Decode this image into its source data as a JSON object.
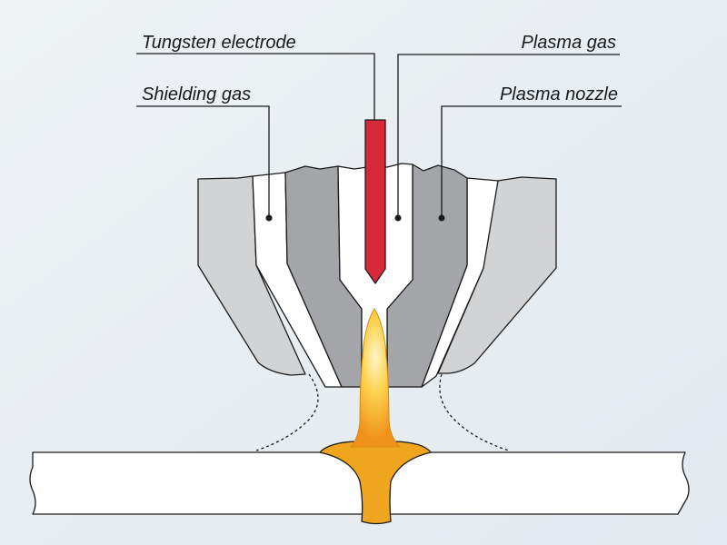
{
  "labels": {
    "tungsten_electrode": "Tungsten electrode",
    "plasma_gas": "Plasma gas",
    "shielding_gas": "Shielding gas",
    "plasma_nozzle": "Plasma nozzle"
  },
  "colors": {
    "background": "#e9eef2",
    "outer_body": "#d2d3d5",
    "gas_channel": "#ffffff",
    "plasma_nozzle": "#a4a5a8",
    "electrode": "#d8293a",
    "arc_core": "#f2a81c",
    "arc_glow": "#fde07a",
    "weld_pool": "#f0a51e",
    "workpiece": "#ffffff"
  }
}
